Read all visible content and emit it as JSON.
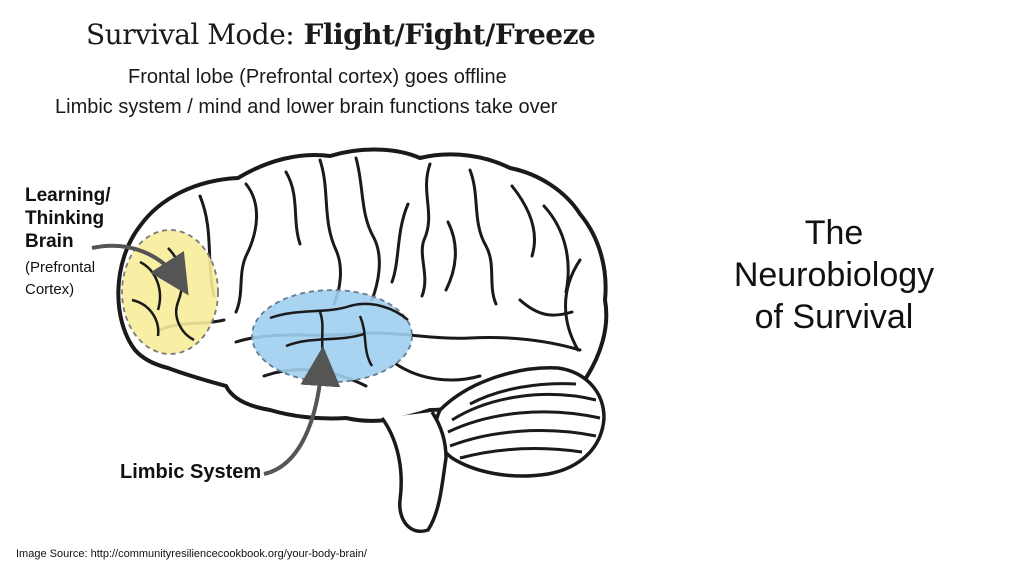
{
  "diagram": {
    "heading": {
      "lead": "Survival Mode:",
      "emphasis": "Flight/Fight/Freeze"
    },
    "subtitle_lines": [
      "Frontal lobe (Prefrontal cortex) goes offline",
      "Limbic system / mind and lower brain functions take over"
    ],
    "learning_label": [
      "Learning/",
      "Thinking",
      "Brain"
    ],
    "prefrontal_label": [
      "(Prefrontal",
      "Cortex)"
    ],
    "limbic_label": "Limbic System",
    "colors": {
      "prefrontal_fill": "#f7ec9a",
      "limbic_fill": "#9fcff0",
      "outline": "#1a1a1a",
      "arrow": "#555555"
    }
  },
  "slide": {
    "title_lines": [
      "The",
      "Neurobiology",
      "of Survival"
    ]
  },
  "source": "Image Source: http://communityresiliencecookbook.org/your-body-brain/"
}
